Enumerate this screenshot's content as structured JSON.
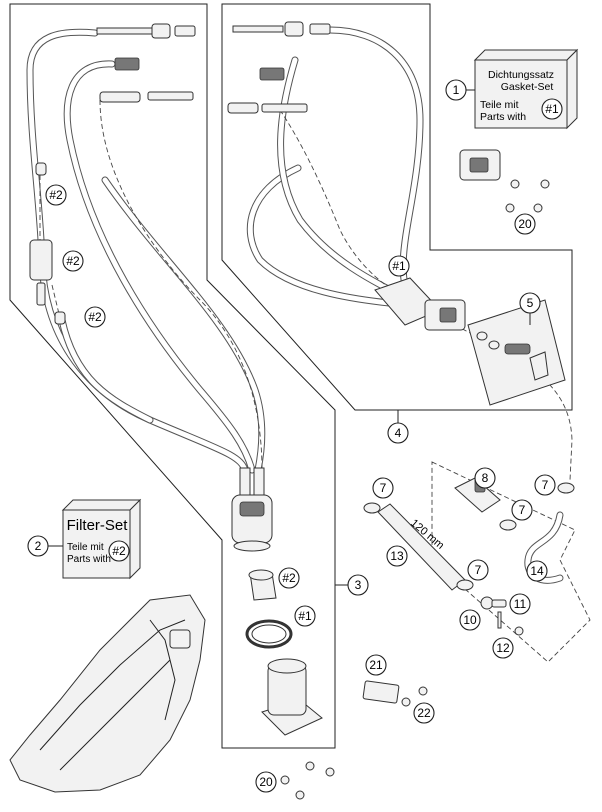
{
  "kit_1": {
    "number": "1",
    "line1": "Dichtungssatz",
    "line2": "Gasket-Set",
    "line3": "Teile mit",
    "line4": "Parts with",
    "ref": "#1"
  },
  "kit_2": {
    "number": "2",
    "title": "Filter-Set",
    "line3": "Teile mit",
    "line4": "Parts with",
    "ref": "#2"
  },
  "hose_length_label": "120 mm",
  "callouts": {
    "c3": "3",
    "c4": "4",
    "c5": "5",
    "c7a": "7",
    "c7b": "7",
    "c7c": "7",
    "c7d": "7",
    "c8": "8",
    "c10": "10",
    "c11": "11",
    "c12": "12",
    "c13": "13",
    "c14": "14",
    "c20a": "20",
    "c20b": "20",
    "c21": "21",
    "c22": "22"
  },
  "refs": {
    "r1_top": "#1",
    "r1_ring": "#1",
    "r2_a": "#2",
    "r2_b": "#2",
    "r2_c": "#2",
    "r2_sleeve": "#2"
  }
}
